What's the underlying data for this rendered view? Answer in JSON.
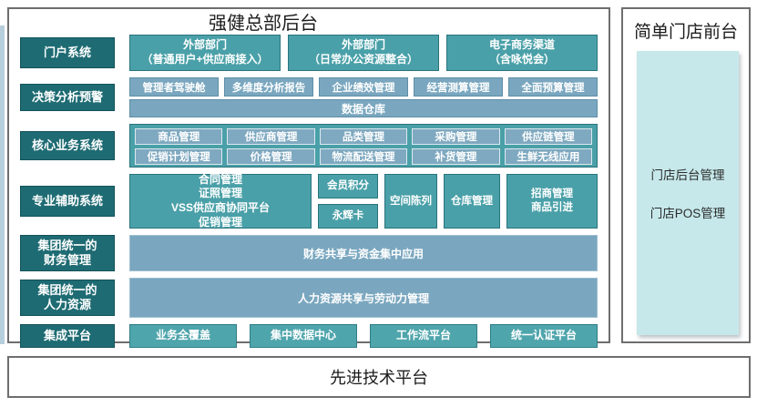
{
  "colors": {
    "label_dark_teal": "#1E6B73",
    "teal": "#4AA0A8",
    "teal_light": "#4FA5AC",
    "steel_blue": "#7AA7BF",
    "pale_cyan": "#C6E8EA",
    "border_gray": "#6E6E6E"
  },
  "main": {
    "title": "强健总部后台",
    "portal": {
      "label": "门户系统",
      "boxes": [
        "外部部门\n（普通用户+供应商接入）",
        "外部部门\n（日常办公资源整合）",
        "电子商务渠道\n（含咏悦会）"
      ]
    },
    "decision": {
      "label": "决策分析预警",
      "boxes": [
        "管理者驾驶舱",
        "多维度分析报告",
        "企业绩效管理",
        "经营测算管理",
        "全面预算管理"
      ],
      "bar": "数据仓库"
    },
    "core": {
      "label": "核心业务系统",
      "row1": [
        "商品管理",
        "供应商管理",
        "品类管理",
        "采购管理",
        "供应链管理"
      ],
      "row2": [
        "促销计划管理",
        "价格管理",
        "物流配送管理",
        "补货管理",
        "生鲜无线应用"
      ]
    },
    "auxiliary": {
      "label": "专业辅助系统",
      "big_box": "合同管理\n证照管理\nVSS供应商协同平台\n促销管理",
      "stacked": [
        "会员积分",
        "永辉卡"
      ],
      "boxes": [
        "空间陈列",
        "仓库管理",
        "招商管理\n商品引进"
      ]
    },
    "finance": {
      "label": "集团统一的\n财务管理",
      "bar": "财务共享与资金集中应用"
    },
    "hr": {
      "label": "集团统一的\n人力资源",
      "bar": "人力资源共享与劳动力管理"
    },
    "integration": {
      "label": "集成平台",
      "boxes": [
        "业务全覆盖",
        "集中数据中心",
        "工作流平台",
        "统一认证平台"
      ]
    }
  },
  "store_front": {
    "title": "简单门店前台",
    "items": [
      "门店后台管理",
      "门店POS管理"
    ]
  },
  "bottom": {
    "title": "先进技术平台"
  }
}
